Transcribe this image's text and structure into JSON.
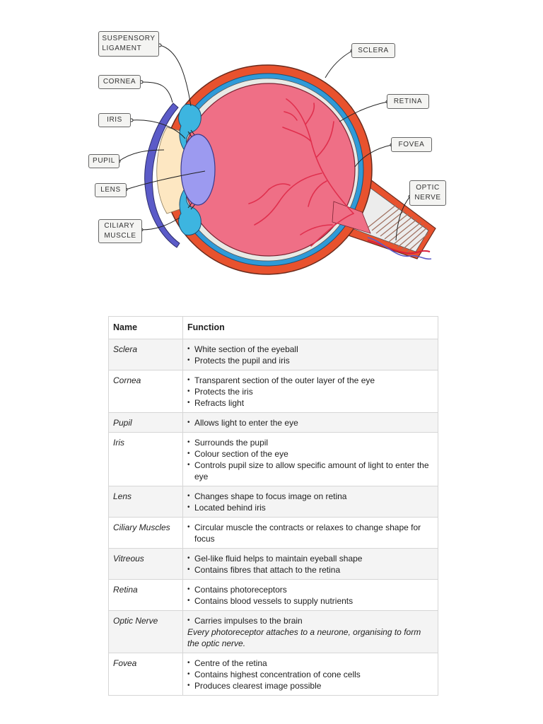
{
  "diagram": {
    "labels": {
      "suspensory_1": "SUSPENSORY",
      "suspensory_2": "LIGAMENT",
      "cornea": "CORNEA",
      "iris": "IRIS",
      "pupil": "PUPIL",
      "lens": "LENS",
      "ciliary_1": "CILIARY",
      "ciliary_2": "MUSCLE",
      "sclera": "SCLERA",
      "retina": "RETINA",
      "fovea": "FOVEA",
      "optic_1": "OPTIC",
      "optic_2": "NERVE"
    },
    "colors": {
      "sclera": "#e8522e",
      "choroid": "#2f9ad8",
      "retina_layer": "#e8eae6",
      "vitreous": "#ef6f86",
      "vessels": "#e0304e",
      "cornea": "#5b5bc8",
      "aqueous": "#fde7c2",
      "lens": "#9c9af0",
      "ciliary": "#3db5e0"
    }
  },
  "table": {
    "headers": {
      "name": "Name",
      "function": "Function"
    },
    "rows": [
      {
        "name": "Sclera",
        "items": [
          "White section of the eyeball",
          "Protects the pupil and iris"
        ]
      },
      {
        "name": "Cornea",
        "items": [
          "Transparent section of the outer layer of the eye",
          "Protects the iris",
          "Refracts light"
        ]
      },
      {
        "name": "Pupil",
        "items": [
          "Allows light to enter the eye"
        ]
      },
      {
        "name": "Iris",
        "items": [
          "Surrounds the pupil",
          "Colour section of the eye",
          "Controls pupil size to allow specific amount of light to enter the eye"
        ]
      },
      {
        "name": "Lens",
        "items": [
          "Changes shape to focus image on retina",
          "Located behind iris"
        ]
      },
      {
        "name": "Ciliary Muscles",
        "items": [
          "Circular muscle the contracts or relaxes to change shape for focus"
        ]
      },
      {
        "name": "Vitreous",
        "items": [
          "Gel-like fluid helps to maintain eyeball shape",
          "Contains fibres that attach to the retina"
        ]
      },
      {
        "name": "Retina",
        "items": [
          "Contains photoreceptors",
          "Contains blood vessels to supply nutrients"
        ]
      },
      {
        "name": "Optic Nerve",
        "items": [
          "Carries impulses to the brain"
        ],
        "note": "Every photoreceptor attaches to a neurone, organising to form the optic nerve."
      },
      {
        "name": "Fovea",
        "items": [
          "Centre of the retina",
          "Contains highest concentration of cone cells",
          "Produces clearest image possible"
        ]
      }
    ]
  }
}
